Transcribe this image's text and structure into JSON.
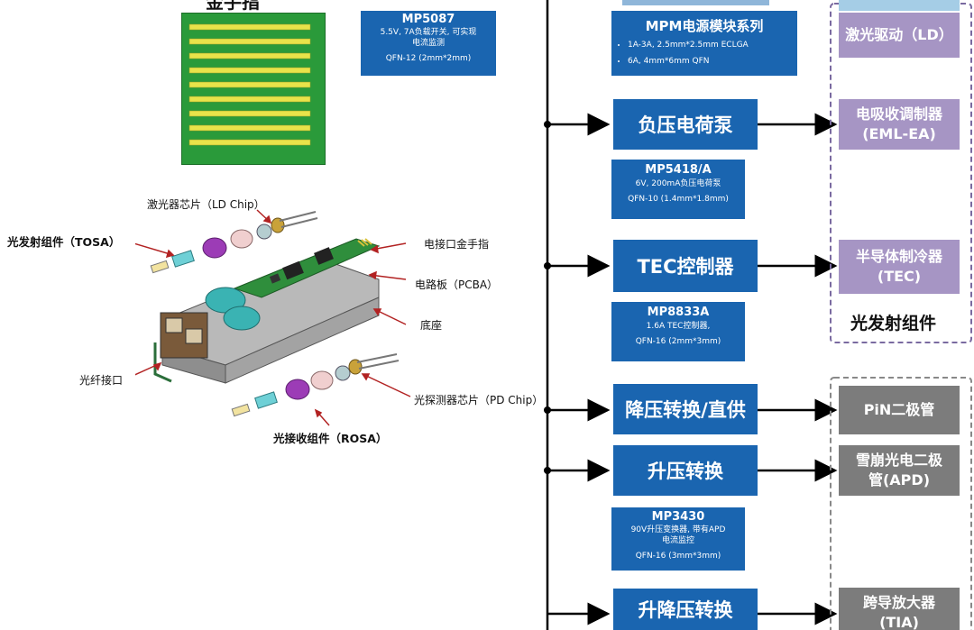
{
  "top_cut_label": "金手指",
  "mp5087": {
    "title": "MP5087",
    "line1": "5.5V, 7A负载开关, 可实现",
    "line2": "电流监测",
    "pkg": "QFN-12 (2mm*2mm)"
  },
  "mpm": {
    "title": "MPM电源模块系列",
    "item1": "1A-3A, 2.5mm*2.5mm ECLGA",
    "item2": "6A, 4mm*6mm QFN"
  },
  "blocks": {
    "neg_pump": "负压电荷泵",
    "tec": "TEC控制器",
    "buck": "降压转换/直供",
    "boost": "升压转换",
    "buckboost": "升降压转换"
  },
  "mp5418": {
    "title": "MP5418/A",
    "line1": "6V, 200mA负压电荷泵",
    "pkg": "QFN-10 (1.4mm*1.8mm)"
  },
  "mp8833": {
    "title": "MP8833A",
    "line1": "1.6A TEC控制器,",
    "pkg": "QFN-16 (2mm*3mm)"
  },
  "mp3430": {
    "title": "MP3430",
    "line1": "90V升压变换器, 带有APD",
    "line2": "电流监控",
    "pkg": "QFN-16 (3mm*3mm)"
  },
  "tosa_group": {
    "ld": "激光驱动（LD）",
    "eml_1": "电吸收调制器",
    "eml_2": "(EML-EA)",
    "tec_1": "半导体制冷器",
    "tec_2": "(TEC)",
    "caption": "光发射组件"
  },
  "rosa_group": {
    "pin": "PiN二极管",
    "apd_1": "雪崩光电二极",
    "apd_2": "管(APD)",
    "tia_1": "跨导放大器",
    "tia_2": "(TIA)"
  },
  "exploded_labels": {
    "ld_chip": "激光器芯片（LD Chip）",
    "tosa": "光发射组件（TOSA）",
    "gold_finger": "电接口金手指",
    "pcba": "电路板（PCBA）",
    "base": "底座",
    "fiber_port": "光纤接口",
    "pd_chip": "光探测器芯片（PD Chip）",
    "rosa": "光接收组件（ROSA）"
  },
  "colors": {
    "block_blue": "#1a65b0",
    "purple": "#a695c4",
    "gray": "#7c7c7c",
    "pcb_green": "#2a9a3a",
    "finger_yellow": "#e8e34a"
  }
}
